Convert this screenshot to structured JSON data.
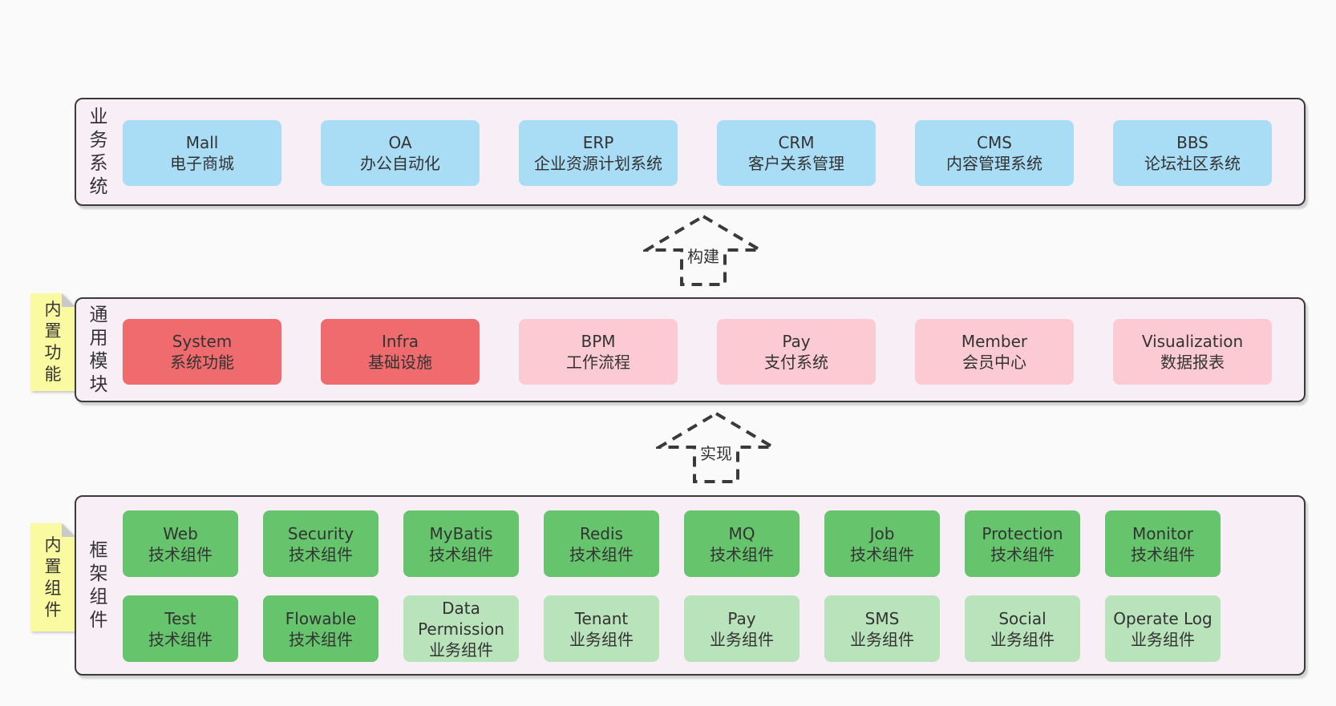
{
  "page": {
    "background": "#fafafa"
  },
  "palette": {
    "layer_background": "#f8eff6",
    "layer_border": "#3b3b3b",
    "blue": "#a9dcf5",
    "red": "#ef6b6d",
    "pink": "#fbcad2",
    "green": "#65c46c",
    "light_green": "#b9e3ba",
    "sticky_yellow": "#fafaa0",
    "sticky_fold": "#c9c9c9",
    "text": "#333333"
  },
  "layers": [
    {
      "label": "业务系统",
      "boxes": [
        {
          "en": "Mall",
          "zh": "电子商城",
          "color": "blue"
        },
        {
          "en": "OA",
          "zh": "办公自动化",
          "color": "blue"
        },
        {
          "en": "ERP",
          "zh": "企业资源计划系统",
          "color": "blue"
        },
        {
          "en": "CRM",
          "zh": "客户关系管理",
          "color": "blue"
        },
        {
          "en": "CMS",
          "zh": "内容管理系统",
          "color": "blue"
        },
        {
          "en": "BBS",
          "zh": "论坛社区系统",
          "color": "blue"
        }
      ]
    },
    {
      "label": "通用模块",
      "sticky": "内置功能",
      "boxes": [
        {
          "en": "System",
          "zh": "系统功能",
          "color": "red"
        },
        {
          "en": "Infra",
          "zh": "基础设施",
          "color": "red"
        },
        {
          "en": "BPM",
          "zh": "工作流程",
          "color": "pink"
        },
        {
          "en": "Pay",
          "zh": "支付系统",
          "color": "pink"
        },
        {
          "en": "Member",
          "zh": "会员中心",
          "color": "pink"
        },
        {
          "en": "Visualization",
          "zh": "数据报表",
          "color": "pink"
        }
      ]
    },
    {
      "label": "框架组件",
      "sticky": "内置组件",
      "rows": [
        [
          {
            "en": "Web",
            "zh": "技术组件",
            "color": "green"
          },
          {
            "en": "Security",
            "zh": "技术组件",
            "color": "green"
          },
          {
            "en": "MyBatis",
            "zh": "技术组件",
            "color": "green"
          },
          {
            "en": "Redis",
            "zh": "技术组件",
            "color": "green"
          },
          {
            "en": "MQ",
            "zh": "技术组件",
            "color": "green"
          },
          {
            "en": "Job",
            "zh": "技术组件",
            "color": "green"
          },
          {
            "en": "Protection",
            "zh": "技术组件",
            "color": "green"
          },
          {
            "en": "Monitor",
            "zh": "技术组件",
            "color": "green"
          }
        ],
        [
          {
            "en": "Test",
            "zh": "技术组件",
            "color": "green"
          },
          {
            "en": "Flowable",
            "zh": "技术组件",
            "color": "green"
          },
          {
            "en": "Data Permission",
            "zh": "业务组件",
            "color": "light_green"
          },
          {
            "en": "Tenant",
            "zh": "业务组件",
            "color": "light_green"
          },
          {
            "en": "Pay",
            "zh": "业务组件",
            "color": "light_green"
          },
          {
            "en": "SMS",
            "zh": "业务组件",
            "color": "light_green"
          },
          {
            "en": "Social",
            "zh": "业务组件",
            "color": "light_green"
          },
          {
            "en": "Operate Log",
            "zh": "业务组件",
            "color": "light_green"
          }
        ]
      ]
    }
  ],
  "arrows": [
    {
      "label": "构建"
    },
    {
      "label": "实现"
    }
  ]
}
